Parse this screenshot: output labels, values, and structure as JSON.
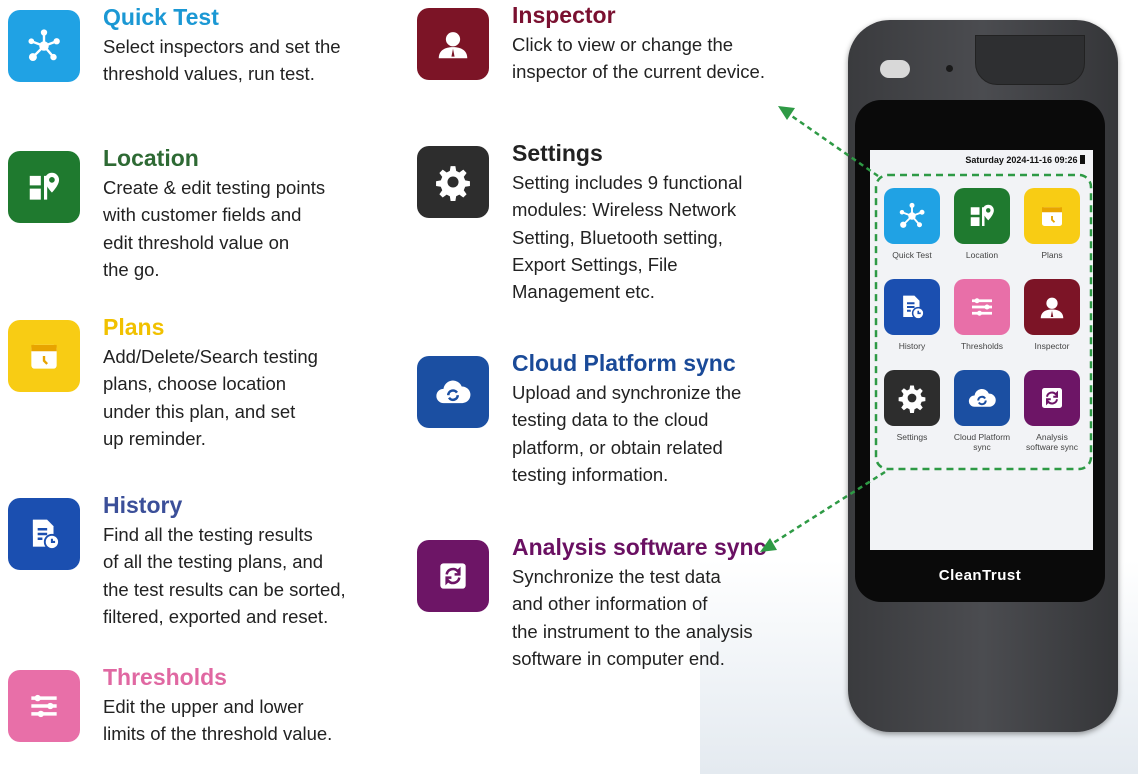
{
  "features": [
    {
      "id": "quick-test",
      "title": "Quick Test",
      "description": "Select inspectors and set the\nthreshold values, run test.",
      "icon": "network-icon",
      "color": "#20a2e4",
      "title_color": "#1b98d4"
    },
    {
      "id": "location",
      "title": "Location",
      "description": "Create & edit testing points\nwith customer fields and\nedit threshold value on\nthe go.",
      "icon": "map-pin-icon",
      "color": "#1f7a2f",
      "title_color": "#2e6a34"
    },
    {
      "id": "plans",
      "title": "Plans",
      "description": "Add/Delete/Search testing\nplans, choose location\nunder this plan, and set\nup reminder.",
      "icon": "calendar-icon",
      "color": "#f8cc14",
      "title_color": "#f1c100"
    },
    {
      "id": "history",
      "title": "History",
      "description": "Find all the testing results\nof all the testing plans, and\nthe test results can be sorted,\nfiltered, exported and reset.",
      "icon": "document-clock-icon",
      "color": "#1b4fb0",
      "title_color": "#3b4f99"
    },
    {
      "id": "thresholds",
      "title": "Thresholds",
      "description": "Edit the upper and lower\nlimits of the threshold value.",
      "icon": "sliders-icon",
      "color": "#e86fa8",
      "title_color": "#e068a2"
    },
    {
      "id": "inspector",
      "title": "Inspector",
      "description": "Click to view or change the\ninspector of the current device.",
      "icon": "user-icon",
      "color": "#7c1426",
      "title_color": "#7a1030"
    },
    {
      "id": "settings",
      "title": "Settings",
      "description": "Setting includes 9 functional\nmodules: Wireless Network\nSetting, Bluetooth setting,\nExport Settings, File\nManagement etc.",
      "icon": "gear-icon",
      "color": "#2d2d2d",
      "title_color": "#222222"
    },
    {
      "id": "cloud-platform-sync",
      "title": "Cloud Platform sync",
      "description": "Upload and synchronize the\ntesting data to the cloud\nplatform, or obtain related\ntesting information.",
      "icon": "cloud-sync-icon",
      "color": "#1b4fa2",
      "title_color": "#1a4a98"
    },
    {
      "id": "analysis-software-sync",
      "title": "Analysis software sync",
      "description": "Synchronize the test data\nand other information of\nthe instrument to the analysis\nsoftware in computer end.",
      "icon": "sync-icon",
      "color": "#6d1566",
      "title_color": "#6a1062"
    }
  ],
  "device": {
    "status": "Saturday  2024-11-16  09:26",
    "brand": "CleanTrust",
    "tiles": [
      {
        "label": "Quick Test",
        "icon": "network-icon",
        "color": "#20a2e4"
      },
      {
        "label": "Location",
        "icon": "map-pin-icon",
        "color": "#1f7a2f"
      },
      {
        "label": "Plans",
        "icon": "calendar-icon",
        "color": "#f8cc14"
      },
      {
        "label": "History",
        "icon": "document-clock-icon",
        "color": "#1b4fb0"
      },
      {
        "label": "Thresholds",
        "icon": "sliders-icon",
        "color": "#e86fa8"
      },
      {
        "label": "Inspector",
        "icon": "user-icon",
        "color": "#7c1426"
      },
      {
        "label": "Settings",
        "icon": "gear-icon",
        "color": "#2d2d2d"
      },
      {
        "label": "Cloud Platform sync",
        "icon": "cloud-sync-icon",
        "color": "#1b4fa2"
      },
      {
        "label": "Analysis software sync",
        "icon": "sync-icon",
        "color": "#6d1566"
      }
    ]
  },
  "accent": "#2e9a45"
}
